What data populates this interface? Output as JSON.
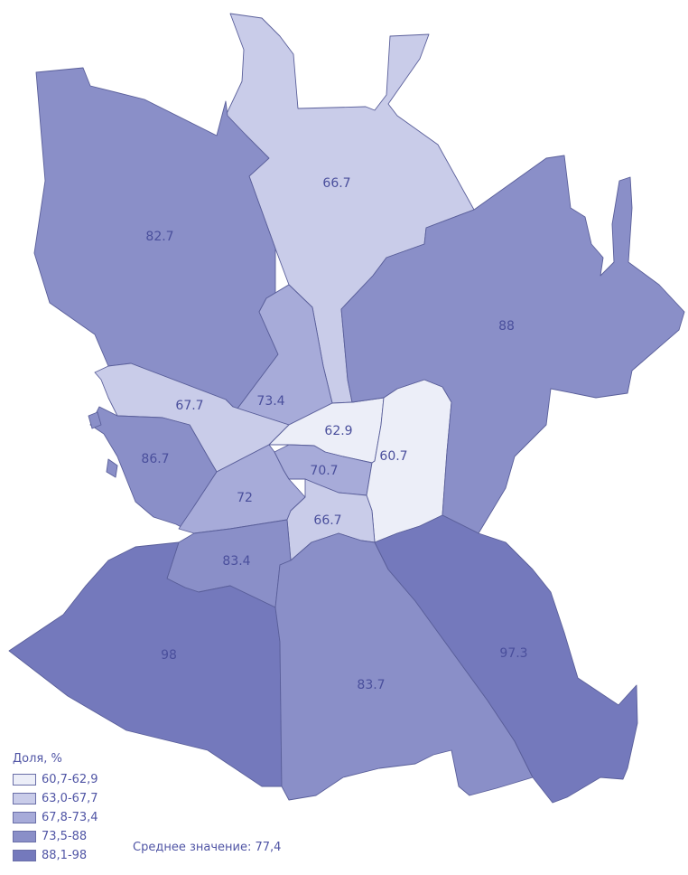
{
  "legend": {
    "title": "Доля, %",
    "classes": [
      {
        "label": "60,7-62,9",
        "color": "#eceef8"
      },
      {
        "label": "63,0-67,7",
        "color": "#c9cce9"
      },
      {
        "label": "67,8-73,4",
        "color": "#a7abd9"
      },
      {
        "label": "73,5-88",
        "color": "#8a8fc8"
      },
      {
        "label": "88,1-98",
        "color": "#7479bc"
      }
    ]
  },
  "mean_label": "Среднее значение: 77,4",
  "regions": [
    {
      "id": "nw",
      "value": "82.7",
      "class": 3
    },
    {
      "id": "north",
      "value": "66.7",
      "class": 1
    },
    {
      "id": "east",
      "value": "88",
      "class": 3
    },
    {
      "id": "west-mid",
      "value": "67.7",
      "class": 1
    },
    {
      "id": "mid-north",
      "value": "73.4",
      "class": 2
    },
    {
      "id": "center-n",
      "value": "62.9",
      "class": 0
    },
    {
      "id": "center-e",
      "value": "60.7",
      "class": 0
    },
    {
      "id": "west",
      "value": "86.7",
      "class": 3
    },
    {
      "id": "center",
      "value": "70.7",
      "class": 2
    },
    {
      "id": "center-w",
      "value": "72",
      "class": 2
    },
    {
      "id": "center-s",
      "value": "66.7",
      "class": 1
    },
    {
      "id": "sw-small",
      "value": "83.4",
      "class": 3
    },
    {
      "id": "southwest",
      "value": "98",
      "class": 4
    },
    {
      "id": "south",
      "value": "83.7",
      "class": 3
    },
    {
      "id": "southeast",
      "value": "97.3",
      "class": 4
    }
  ]
}
